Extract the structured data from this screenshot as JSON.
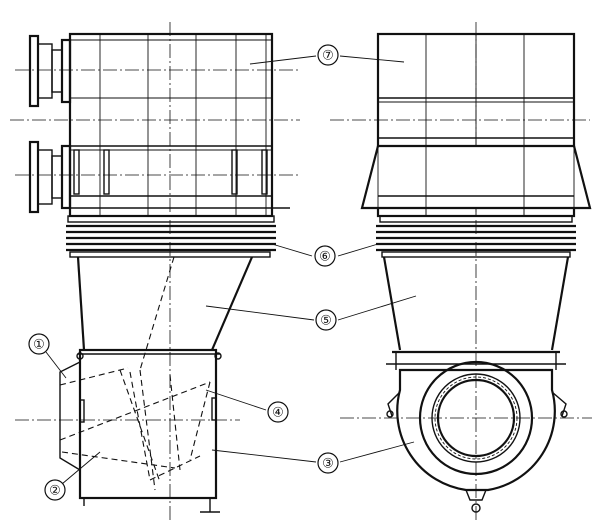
{
  "callouts": [
    {
      "id": "1",
      "label": "①"
    },
    {
      "id": "2",
      "label": "②"
    },
    {
      "id": "3a",
      "label": "③"
    },
    {
      "id": "4",
      "label": "④"
    },
    {
      "id": "5a",
      "label": "⑤"
    },
    {
      "id": "6a",
      "label": "⑥"
    },
    {
      "id": "7a",
      "label": "⑦"
    }
  ]
}
